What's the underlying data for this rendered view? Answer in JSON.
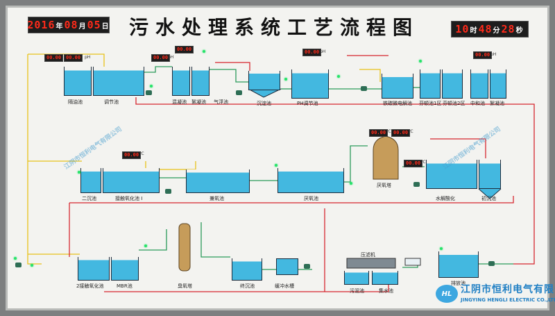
{
  "title": "污水处理系统工艺流程图",
  "date_display": {
    "year": "2016",
    "y_unit": "年",
    "month": "08",
    "m_unit": "月",
    "day": "05",
    "d_unit": "日"
  },
  "time_display": {
    "hour": "10",
    "h_unit": "时",
    "minute": "48",
    "min_unit": "分",
    "second": "28",
    "s_unit": "秒"
  },
  "readouts": [
    {
      "id": "r1",
      "value": "00.00",
      "unit": ""
    },
    {
      "id": "r2",
      "value": "00.00",
      "unit": "pH"
    },
    {
      "id": "r3",
      "value": "00.00",
      "unit": "pH"
    },
    {
      "id": "r4",
      "value": "00.00",
      "unit": ""
    },
    {
      "id": "r5",
      "value": "00.00",
      "unit": "pH"
    },
    {
      "id": "r6",
      "value": "00.00",
      "unit": "pH"
    },
    {
      "id": "r7",
      "value": "00.00",
      "unit": "℃"
    },
    {
      "id": "r8",
      "value": "00.00",
      "unit": "℃"
    },
    {
      "id": "r9",
      "value": "00.00",
      "unit": "℃"
    },
    {
      "id": "r10",
      "value": "00.00",
      "unit": "℃"
    }
  ],
  "tanks": {
    "geyou": "隔油池",
    "tiaojie": "调节池",
    "huanning": "混凝池",
    "xuning": "絮凝池",
    "qifu": "气浮池",
    "chendian1": "沉淀池",
    "ph": "PH调节池",
    "tietan": "铁碳微电解池",
    "fenton1": "芬顿池1区",
    "fenton2": "芬顿池2区",
    "zhonghe": "中和池",
    "xuning2": "絮凝池",
    "erchen": "二沉池",
    "jiechu1": "接触氧化池 I",
    "jianyang": "兼氧池",
    "yanyang": "厌氧池",
    "yanyangta": "厌氧塔",
    "shuijie": "水解酸化",
    "chuchen": "初沉池",
    "jiechu2": "2接触氧化池",
    "mbr": "MBR池",
    "chouyang": "臭氧塔",
    "chendian2": "终沉池",
    "huanchong": "缓冲水槽",
    "yani": "压滤机",
    "wuni": "污泥池",
    "jishui": "集水池",
    "paifang": "排放池"
  },
  "company": {
    "name_cn": "江阴市恒利电气有限公司",
    "name_en": "JINGYING HENGLI ELECTRIC CO.,LTD",
    "logo": "HL"
  },
  "watermark": "江阴市恒利电气有限公司"
}
